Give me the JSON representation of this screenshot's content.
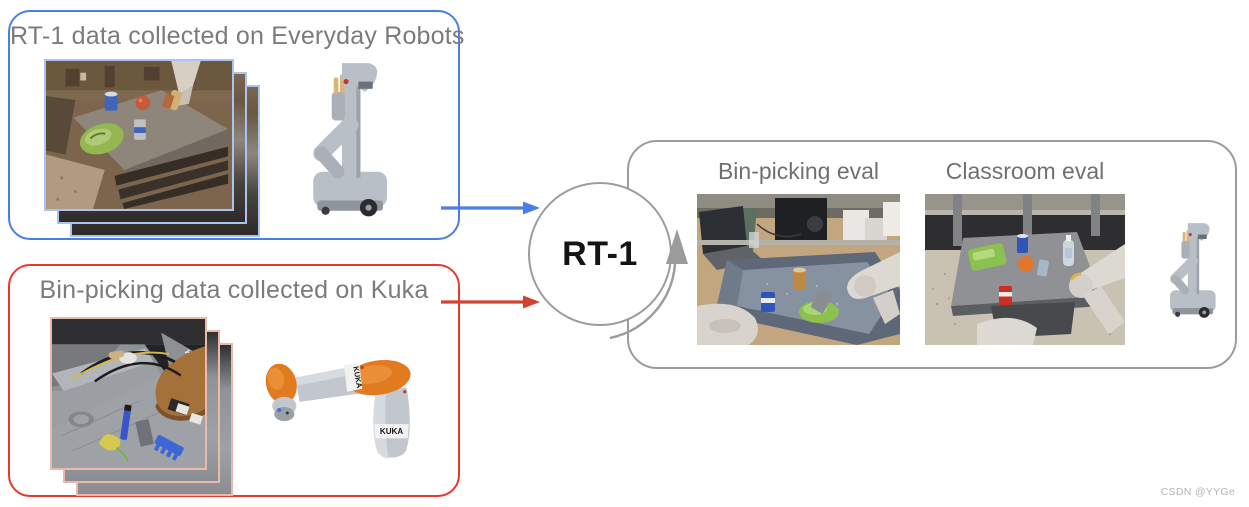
{
  "figure": {
    "title_top_box": "RT-1 data collected on Everyday Robots",
    "title_bottom_box": "Bin-picking data collected on Kuka",
    "model_label": "RT-1",
    "eval_titles": {
      "bin_picking": "Bin-picking eval",
      "classroom": "Classroom eval"
    },
    "kuka_brand": "KUKA",
    "watermark": "CSDN @YYGe"
  },
  "colors": {
    "blue_accent": "#4a7de8",
    "blue_photo_border": "#aac4f2",
    "red_accent": "#e6392b",
    "red_photo_border": "#eeb7ab",
    "gray_accent": "#9c9c9c",
    "title_text": "#7b7b7b",
    "model_text": "#141414",
    "kuka_orange": "#e07b1f"
  }
}
